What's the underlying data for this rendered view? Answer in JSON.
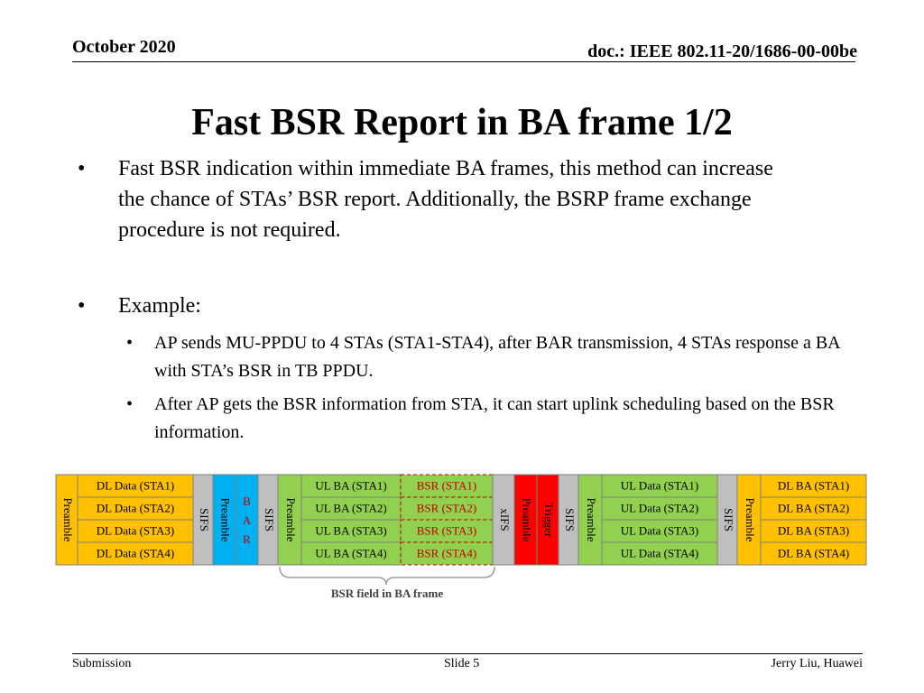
{
  "header": {
    "date": "October 2020",
    "doc_id": "doc.: IEEE 802.11-20/1686-00-00be"
  },
  "title": "Fast BSR Report in BA frame 1/2",
  "bullets": [
    {
      "marker": "•",
      "text": "Fast BSR indication within immediate BA frames, this method can increase the chance of STAs’ BSR report. Additionally, the BSRP frame exchange procedure is not required."
    },
    {
      "marker": "•",
      "text": "Example:",
      "sub": [
        {
          "marker": "•",
          "text": "AP sends MU-PPDU to 4 STAs (STA1-STA4), after BAR transmission, 4 STAs response a BA with STA’s BSR in TB PPDU."
        },
        {
          "marker": "•",
          "text": "After AP gets the BSR information from STA, it can start uplink scheduling based on the BSR information."
        }
      ]
    }
  ],
  "diagram": {
    "colors": {
      "yellow": "#FFC000",
      "grey": "#BFBFBF",
      "blue": "#00B0F0",
      "green": "#92D050",
      "red": "#FF0000",
      "dashed_border": "#C00000",
      "text_red": "#C00000"
    },
    "labels": {
      "preamble": "Preamble",
      "sifs": "SIFS",
      "xifs": "xIFS",
      "bar": "BAR",
      "trigger": "Trigger",
      "brace_caption": "BSR field in BA frame"
    },
    "dl_data": [
      "DL Data (STA1)",
      "DL Data (STA2)",
      "DL Data (STA3)",
      "DL Data (STA4)"
    ],
    "ul_ba": [
      "UL BA (STA1)",
      "UL BA (STA2)",
      "UL BA (STA3)",
      "UL BA (STA4)"
    ],
    "bsr": [
      "BSR (STA1)",
      "BSR (STA2)",
      "BSR (STA3)",
      "BSR (STA4)"
    ],
    "ul_data": [
      "UL Data (STA1)",
      "UL Data (STA2)",
      "UL Data (STA3)",
      "UL Data (STA4)"
    ],
    "dl_ba": [
      "DL BA (STA1)",
      "DL BA (STA2)",
      "DL BA (STA3)",
      "DL BA (STA4)"
    ]
  },
  "footer": {
    "left": "Submission",
    "center": "Slide 5",
    "right": "Jerry Liu, Huawei"
  }
}
